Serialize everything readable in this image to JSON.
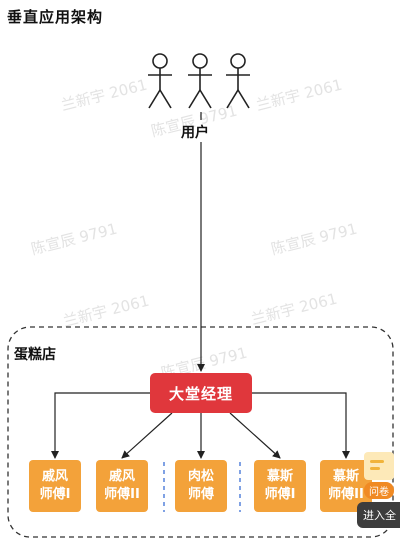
{
  "title": "垂直应用架构",
  "user_label": "用户",
  "store_label": "蛋糕店",
  "manager_label": "大堂经理",
  "bakers": [
    {
      "line1": "戚风",
      "line2": "师傅I"
    },
    {
      "line1": "戚风",
      "line2": "师傅II"
    },
    {
      "line1": "肉松",
      "line2": "师傅"
    },
    {
      "line1": "慕斯",
      "line2": "师傅I"
    },
    {
      "line1": "慕斯",
      "line2": "师傅II"
    }
  ],
  "watermarks": [
    "兰新宇 2061",
    "陈宣辰 9791",
    "陈宣辰 9791",
    "陈宣辰 9791",
    "兰新宇 2061",
    "兰新宇 2061",
    "陈宣辰 9791"
  ],
  "survey_badge": "问卷",
  "enter_button": "进入全",
  "colors": {
    "manager": "#e0373c",
    "baker": "#f3a23a",
    "line": "#222222"
  }
}
